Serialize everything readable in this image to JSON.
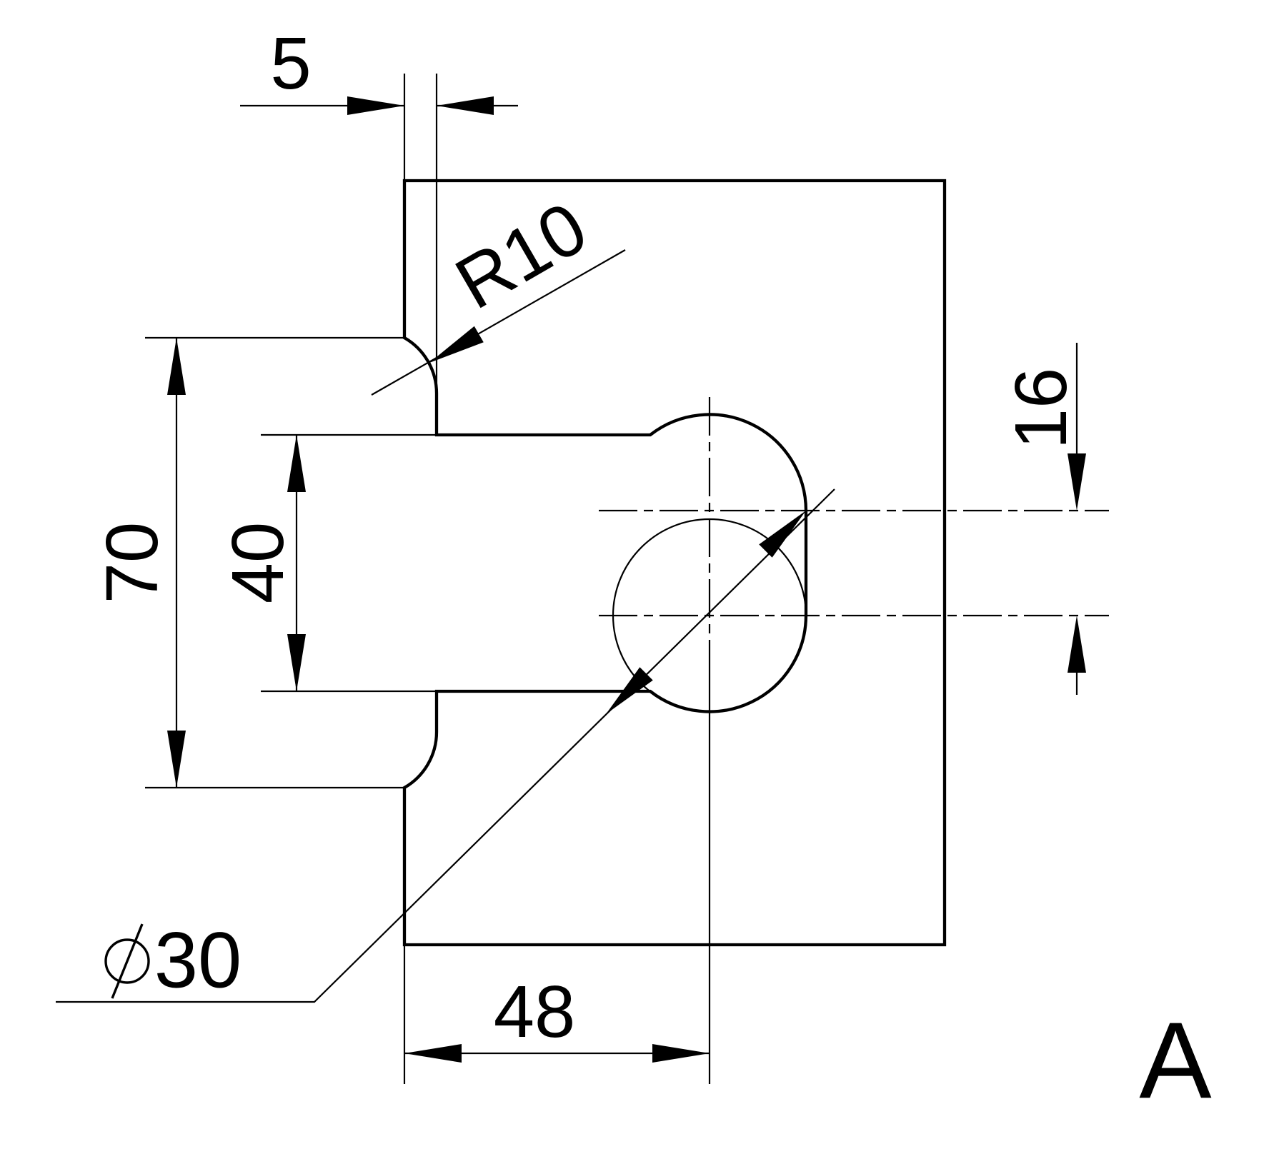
{
  "drawing": {
    "view_label": "A",
    "dimensions": {
      "edge_depth": "5",
      "fillet_radius": "R10",
      "mouth_height": "70",
      "slot_height": "40",
      "center_offset": "16",
      "cutout_depth": "48",
      "hole_diameter": "30"
    },
    "colors": {
      "line": "#000000",
      "glass_light": "#f3f9fd",
      "glass_mid": "#d2e7f7",
      "glass_deep": "#b9d9f1"
    }
  }
}
